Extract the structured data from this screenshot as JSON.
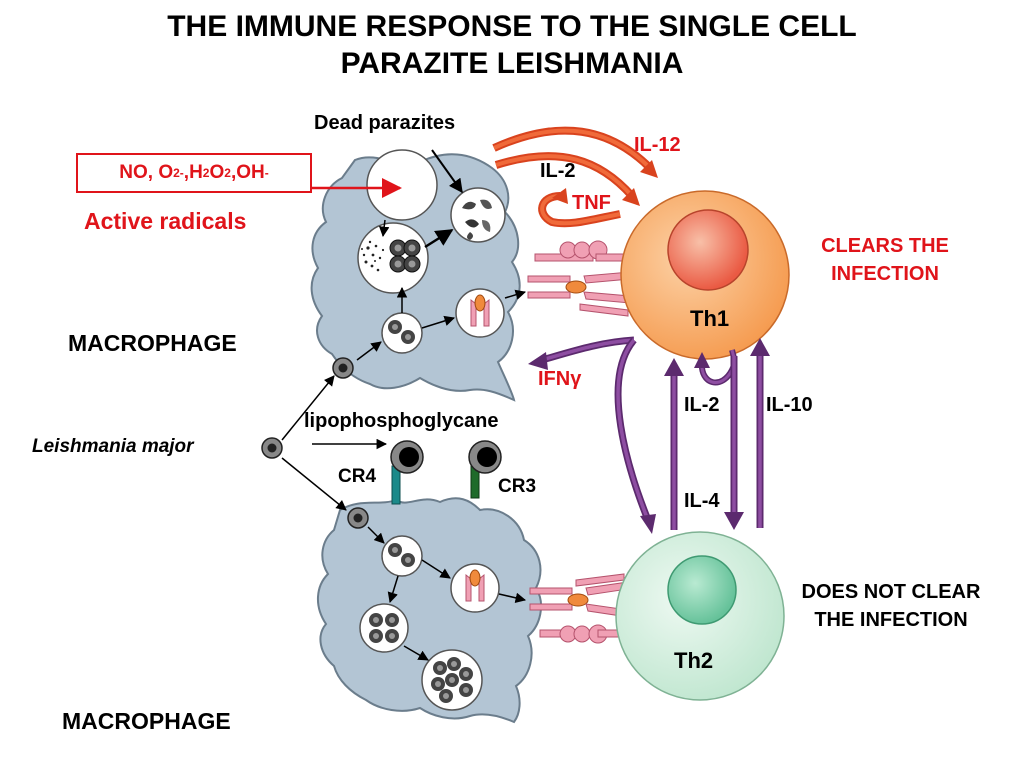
{
  "title": {
    "line1": "THE IMMUNE RESPONSE TO THE SINGLE CELL",
    "line2": "PARAZITE LEISHMANIA"
  },
  "labels": {
    "dead_parazites": "Dead parazites",
    "active_radicals": "Active radicals",
    "macrophage_top": "MACROPHAGE",
    "macrophage_bottom": "MACROPHAGE",
    "leishmania_major": "Leishmania major",
    "lipophosphoglycane": "lipophosphoglycane",
    "cr4": "CR4",
    "cr3": "CR3",
    "th1": "Th1",
    "th2": "Th2",
    "clears_line1": "CLEARS THE",
    "clears_line2": "INFECTION",
    "not_clear_line1": "DOES NOT CLEAR",
    "not_clear_line2": "THE INFECTION"
  },
  "radicals": {
    "no": "NO, O",
    "o_sub": "2",
    "o_sup": "-",
    "h": ",H",
    "h_sub": "2",
    "o2": "O",
    "o2_sub": "2",
    "oh": ",OH",
    "oh_sup": "-"
  },
  "cytokines": {
    "il12": "IL-12",
    "il2_top": "IL-2",
    "tnf": "TNF",
    "ifn": "IFNγ",
    "il2_mid": "IL-2",
    "il10": "IL-10",
    "il4": "IL-4"
  },
  "colors": {
    "macrophage": "#b3c5d4",
    "macrophage_stroke": "#6b7d8c",
    "th1_outer": "#f6a35c",
    "th1_nucleus": "#ef6a4f",
    "th2_outer": "#c9ebd9",
    "th2_nucleus": "#7fcfaa",
    "red_arrow": "#d9431e",
    "purple_arrow": "#7a3b8c",
    "receptor_pink": "#f0a0b4",
    "receptor_orange": "#f08a3c",
    "cr4_color": "#1b8a8a",
    "cr3_color": "#1e6b2a",
    "label_red": "#e0141a"
  }
}
